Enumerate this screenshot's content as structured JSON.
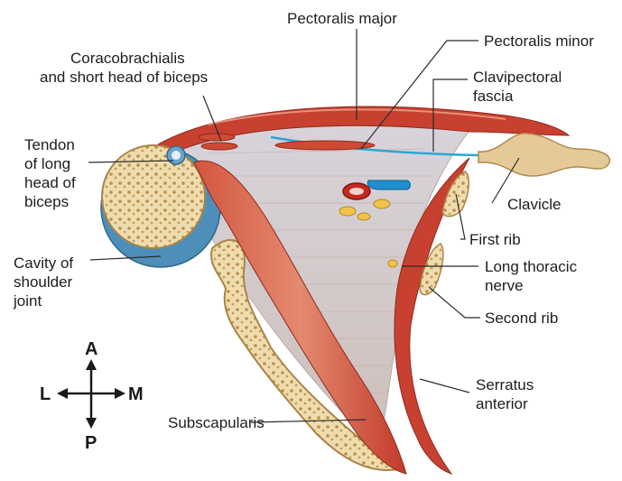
{
  "labels": {
    "pectoralis_major": "Pectoralis major",
    "pectoralis_minor": "Pectoralis minor",
    "coracobrachialis_line1": "Coracobrachialis",
    "coracobrachialis_line2": "and short head of biceps",
    "clavipectoral_line1": "Clavipectoral",
    "clavipectoral_line2": "fascia",
    "tendon_line1": "Tendon",
    "tendon_line2": "of long",
    "tendon_line3": "head of",
    "tendon_line4": "biceps",
    "clavicle": "Clavicle",
    "first_rib": "First rib",
    "cavity_line1": "Cavity of",
    "cavity_line2": "shoulder",
    "cavity_line3": "joint",
    "long_thoracic_line1": "Long thoracic",
    "long_thoracic_line2": "nerve",
    "second_rib": "Second rib",
    "serratus_line1": "Serratus",
    "serratus_line2": "anterior",
    "subscapularis": "Subscapularis"
  },
  "compass": {
    "anterior": "A",
    "posterior": "P",
    "lateral": "L",
    "medial": "M"
  },
  "colors": {
    "muscle": "#c8402f",
    "muscle_light": "#e0836c",
    "fascia": "#d9d3d6",
    "bone": "#ecd9a8",
    "bone_dark": "#c9a464",
    "cartilage": "#4d8fb8",
    "fascia_line": "#2aa6d8",
    "nerve": "#f0c24a",
    "artery": "#c42a1f",
    "vein": "#1f8fd0"
  }
}
